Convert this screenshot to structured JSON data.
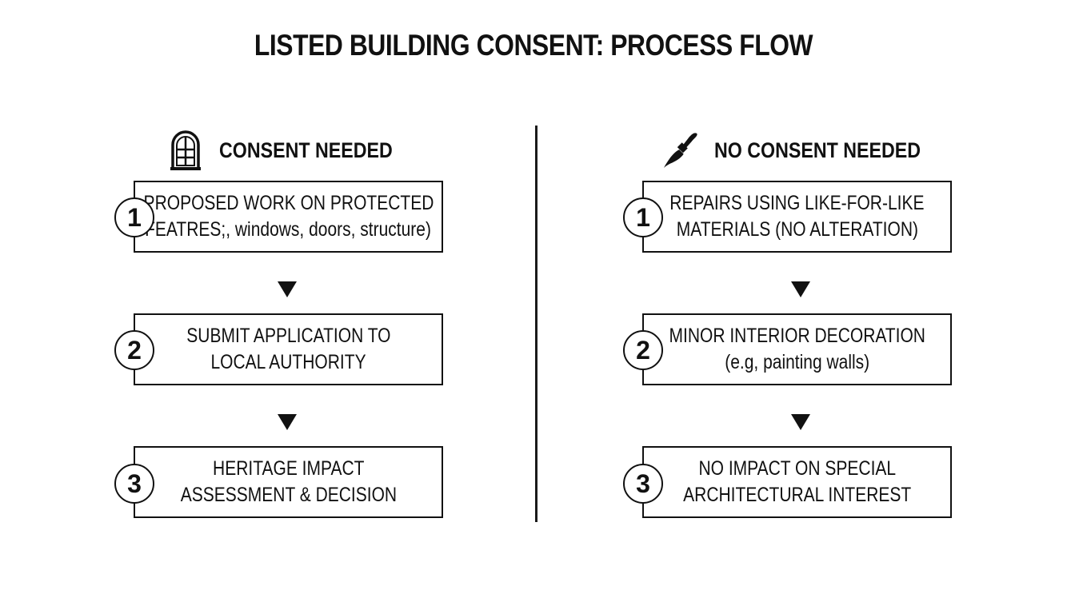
{
  "title": "LISTED BUILDING CONSENT: PROCESS FLOW",
  "left_column": {
    "heading": "CONSENT NEEDED",
    "icon": "window-icon",
    "steps": [
      {
        "number": "1",
        "lines": [
          "PROPOSED WORK ON PROTECTED",
          "FEATRES;, windows, doors, structure)"
        ]
      },
      {
        "number": "2",
        "lines": [
          "SUBMIT APPLICATION TO",
          "LOCAL AUTHORITY"
        ]
      },
      {
        "number": "3",
        "lines": [
          "HERITAGE IMPACT",
          "ASSESSMENT & DECISION"
        ]
      }
    ]
  },
  "right_column": {
    "heading": "NO CONSENT NEEDED",
    "icon": "paintbrush-icon",
    "steps": [
      {
        "number": "1",
        "lines": [
          "REPAIRS USING LIKE-FOR-LIKE",
          "MATERIALS (NO ALTERATION)"
        ]
      },
      {
        "number": "2",
        "lines": [
          "MINOR INTERIOR DECORATION",
          "(e.g, painting walls)"
        ]
      },
      {
        "number": "3",
        "lines": [
          "NO IMPACT ON SPECIAL",
          "ARCHITECTURAL INTEREST"
        ]
      }
    ]
  },
  "colors": {
    "ink": "#111111",
    "background": "#ffffff"
  }
}
